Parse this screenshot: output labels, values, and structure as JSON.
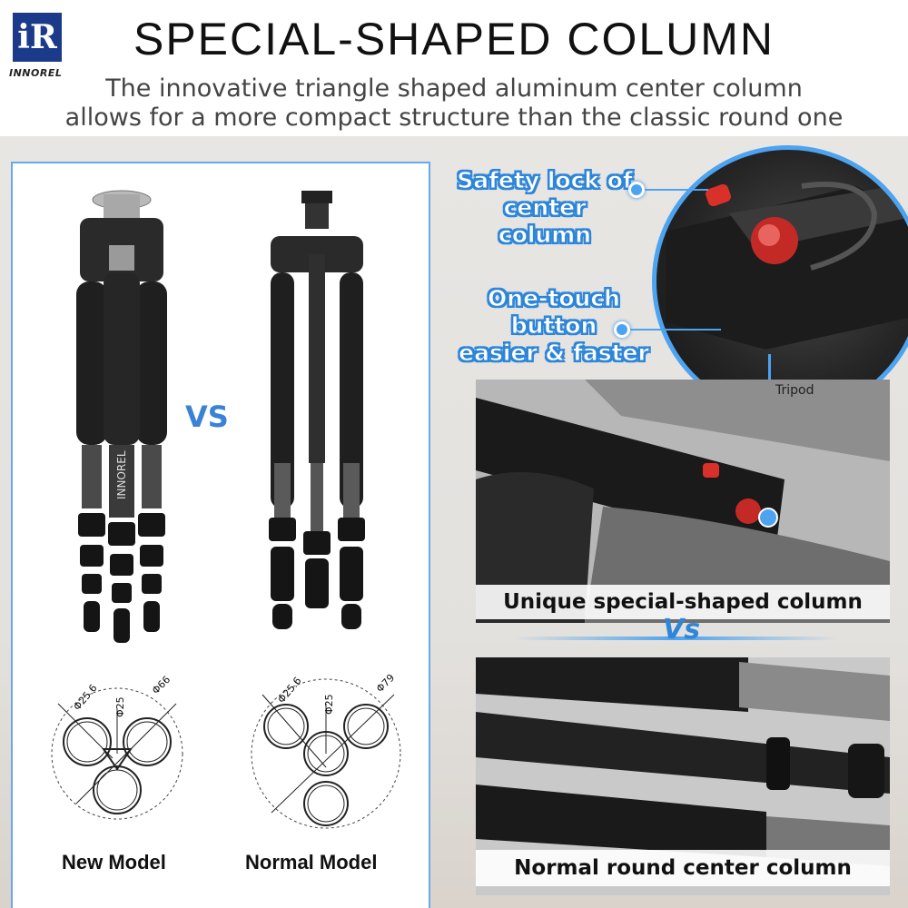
{
  "brand": {
    "mark": "iR",
    "wordmark": "INNOREL"
  },
  "header": {
    "title": "SPECIAL-SHAPED  COLUMN",
    "subtitle_line1": "The innovative triangle shaped aluminum center column",
    "subtitle_line2": "allows for a more compact structure than the classic round one"
  },
  "left": {
    "vs": "VS",
    "new_model": {
      "label": "New Model",
      "dims": {
        "outer": "Φ66",
        "leg": "Φ25.6",
        "column": "Φ25"
      },
      "tripod_text": "INNOREL"
    },
    "normal_model": {
      "label": "Normal Model",
      "dims": {
        "outer": "Φ79",
        "leg": "Φ25.6",
        "column": "Φ25"
      }
    }
  },
  "right": {
    "callout_safety_line1": "Safety lock of",
    "callout_safety_line2": "center column",
    "callout_button_line1": "One-touch",
    "callout_button_line2": "button",
    "callout_button_line3": "easier & faster",
    "photo_top_caption": "Unique special-shaped column",
    "vs": "Vs",
    "photo_bottom_caption": "Normal round center column",
    "photo_top_print": "Tripod"
  },
  "colors": {
    "accent": "#4da3ef",
    "callout_stroke": "#2f86d8",
    "red_button": "#d9302a",
    "brand_blue": "#1b3a8a"
  }
}
